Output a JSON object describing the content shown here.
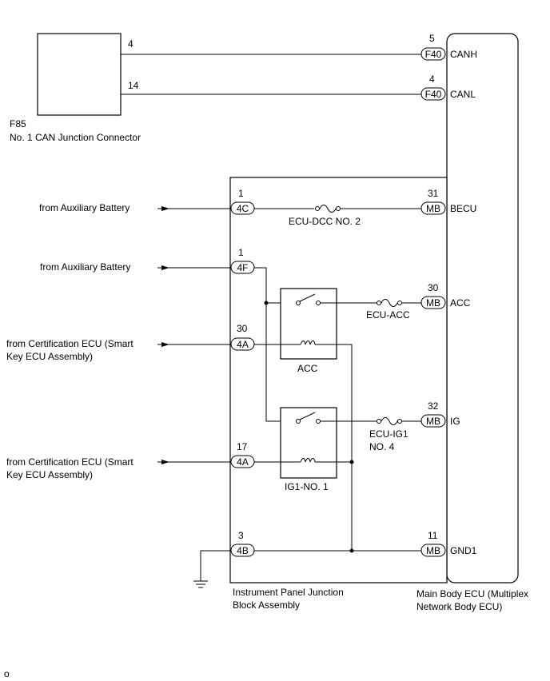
{
  "can_connector": {
    "id": "F85",
    "name": "No. 1 CAN Junction Connector",
    "pin_canh": "4",
    "pin_canl": "14"
  },
  "main_ecu": {
    "name_line1": "Main Body ECU (Multiplex",
    "name_line2": "Network Body ECU)",
    "pins": {
      "canh": {
        "num": "5",
        "conn": "F40",
        "label": "CANH"
      },
      "canl": {
        "num": "4",
        "conn": "F40",
        "label": "CANL"
      },
      "becu": {
        "num": "31",
        "conn": "MB",
        "label": "BECU"
      },
      "acc": {
        "num": "30",
        "conn": "MB",
        "label": "ACC"
      },
      "ig": {
        "num": "32",
        "conn": "MB",
        "label": "IG"
      },
      "gnd1": {
        "num": "11",
        "conn": "MB",
        "label": "GND1"
      }
    }
  },
  "junction_block": {
    "name_line1": "Instrument Panel Junction",
    "name_line2": "Block Assembly",
    "pins": {
      "p4c": {
        "num": "1",
        "conn": "4C"
      },
      "p4f": {
        "num": "1",
        "conn": "4F"
      },
      "p4a_30": {
        "num": "30",
        "conn": "4A"
      },
      "p4a_17": {
        "num": "17",
        "conn": "4A"
      },
      "p4b": {
        "num": "3",
        "conn": "4B"
      }
    },
    "fuses": {
      "ecu_dcc": "ECU-DCC NO. 2",
      "ecu_acc": "ECU-ACC",
      "ecu_ig1_line1": "ECU-IG1",
      "ecu_ig1_line2": "NO. 4"
    },
    "relays": {
      "acc": "ACC",
      "ig1": "IG1-NO. 1"
    }
  },
  "sources": {
    "aux_battery_1": "from Auxiliary Battery",
    "aux_battery_2": "from Auxiliary Battery",
    "cert_ecu_1_line1": "from Certification ECU (Smart",
    "cert_ecu_1_line2": "Key ECU Assembly)",
    "cert_ecu_2_line1": "from Certification ECU (Smart",
    "cert_ecu_2_line2": "Key ECU Assembly)"
  },
  "footer_code": "o"
}
